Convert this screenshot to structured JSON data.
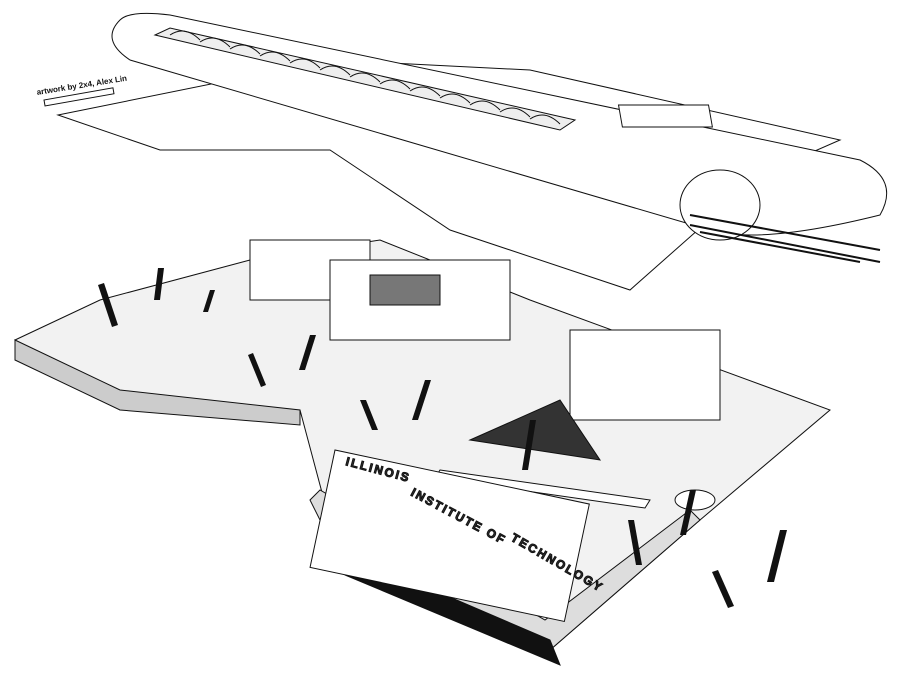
{
  "credit": "artwork by 2x4, Alex Lin",
  "facade_sign": [
    "ILLINOIS",
    "INSTITUTE OF",
    "TECHNOLOGY"
  ],
  "colors": {
    "ink": "#111111",
    "fill_gray": "#e6e6e6",
    "dark": "#555555"
  }
}
